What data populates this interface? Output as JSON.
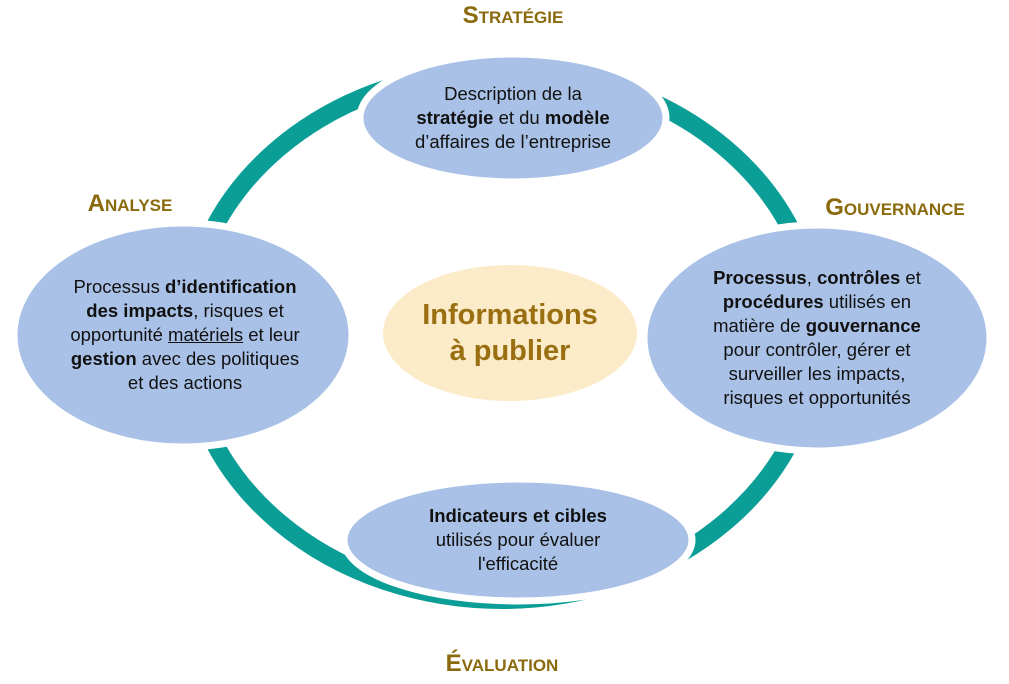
{
  "colors": {
    "arc": "#0a9e96",
    "node": "#a9c1e6",
    "center": "#fbebc8",
    "label": "#8a6a0c"
  },
  "labels": {
    "strategie": "Stratégie",
    "gouvernance": "Gouvernance",
    "evaluation": "Évaluation",
    "analyse": "Analyse"
  },
  "center": {
    "line1": "Informations",
    "line2": "à publier"
  },
  "nodes": {
    "top": [
      "Description de la",
      "stratégie",
      " et du ",
      "modèle",
      "d’affaires de l’entreprise"
    ],
    "left": [
      "Processus ",
      "d’identification",
      "des impacts",
      ", risques et",
      "opportunité ",
      "matériels",
      " et leur",
      "gestion",
      " avec des politiques",
      "et des actions"
    ],
    "right": [
      "Processus",
      ", ",
      "contrôles",
      " et",
      "procédures",
      " utilisés en",
      "matière de ",
      "gouvernance",
      "pour contrôler, gérer et",
      "surveiller les impacts,",
      "risques et opportunités"
    ],
    "bottom": [
      "Indicateurs et cibles",
      "utilisés pour évaluer",
      "l'efficacité"
    ]
  }
}
